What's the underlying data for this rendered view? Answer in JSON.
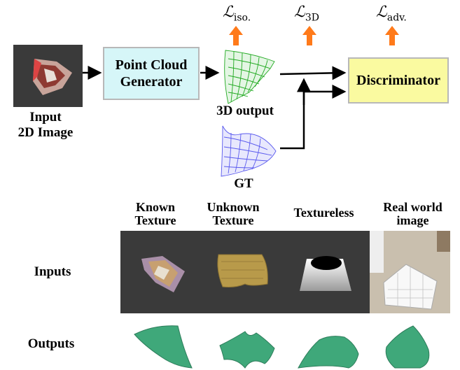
{
  "pipeline": {
    "input_label": [
      "Input",
      "2D Image"
    ],
    "generator_label": [
      "Point Cloud",
      "Generator"
    ],
    "output_label": "3D output",
    "gt_label": "GT",
    "discriminator_label": "Discriminator",
    "losses": {
      "iso": {
        "symbol": "ℒ",
        "sub": "iso."
      },
      "threed": {
        "symbol": "ℒ",
        "sub": "3D"
      },
      "adv": {
        "symbol": "ℒ",
        "sub": "adv."
      }
    },
    "colors": {
      "generator_fill": "#d6f6f8",
      "discriminator_fill": "#fafaa0",
      "arrow_orange": "#ff7a1a",
      "output_cloud": "#22aa22",
      "gt_cloud": "#5a5aee"
    }
  },
  "results": {
    "columns": [
      [
        "Known",
        "Texture"
      ],
      [
        "Unknown",
        "Texture"
      ],
      [
        "Textureless"
      ],
      [
        "Real world",
        "image"
      ]
    ],
    "rows": {
      "inputs": "Inputs",
      "outputs": "Outputs"
    },
    "colors": {
      "panel": "#3a3a3a",
      "mesh": "#3fa87a"
    }
  }
}
